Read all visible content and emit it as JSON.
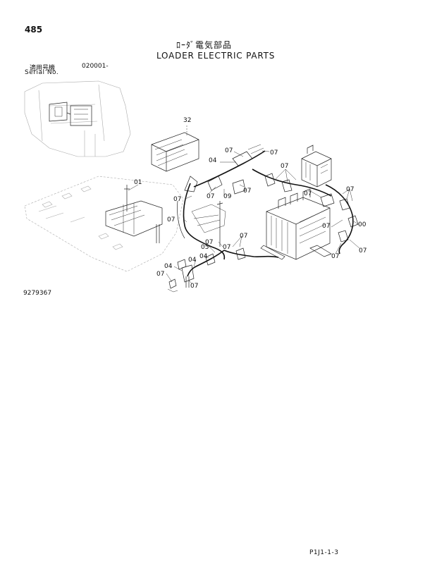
{
  "header": {
    "page_number": "485",
    "title_jp": "ﾛｰﾀﾞ電気部品",
    "title_en": "LOADER ELECTRIC PARTS",
    "serial_label_jp": "適用号機",
    "serial_label_en": "Serial No.",
    "serial_value": "020001-"
  },
  "footer": {
    "drawing_number": "9279367",
    "sheet_code": "P1J1-1-3"
  },
  "callouts": {
    "c32": "32",
    "c01": "01",
    "c04a": "04",
    "c07a": "07",
    "c07b": "07",
    "c07c": "07",
    "c07d": "07",
    "c07e": "07",
    "c09": "09",
    "c07f": "07",
    "c07g": "07",
    "c07h": "07",
    "c07i": "07",
    "c07j": "07",
    "c00": "00",
    "c07k": "07",
    "c07l": "07",
    "c07m": "07",
    "c07n": "07",
    "c07o": "07",
    "c05": "05",
    "c04b": "04",
    "c04c": "04",
    "c04d": "04",
    "c07p": "07",
    "c07q": "07"
  }
}
